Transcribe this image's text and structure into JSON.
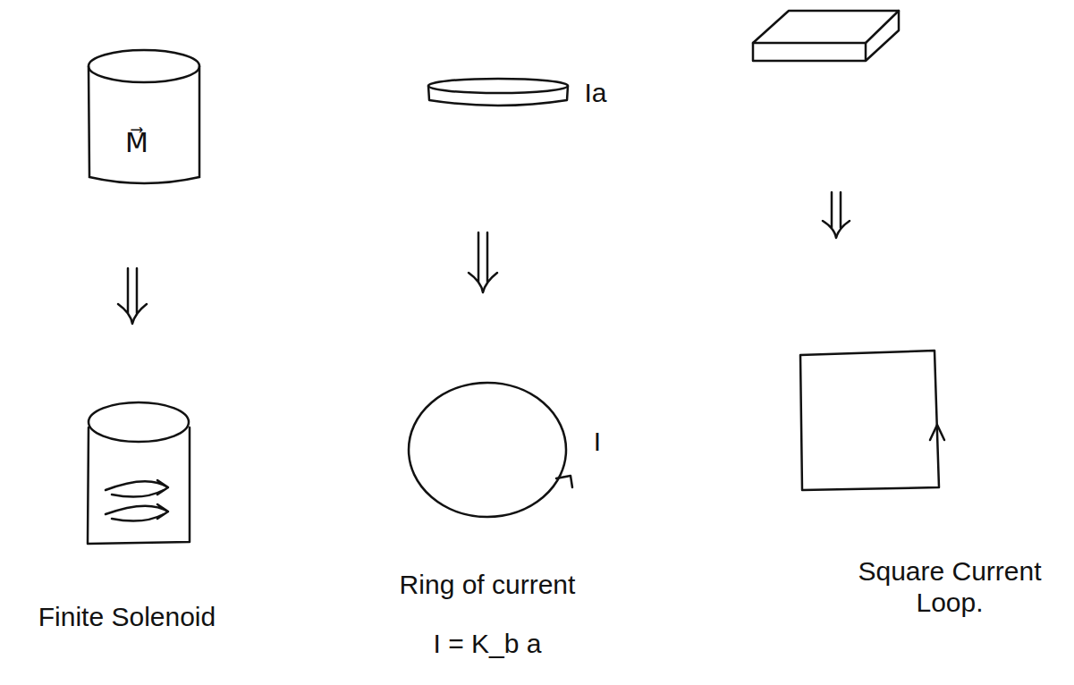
{
  "diagram": {
    "nodes": [
      {
        "text": [
          "M⃗"
        ]
      }
    ],
    "labels": [
      "Ia",
      "I",
      "Finite Solenoid",
      "Ring of current",
      "I = K_b a",
      "Square Current Loop."
    ]
  }
}
